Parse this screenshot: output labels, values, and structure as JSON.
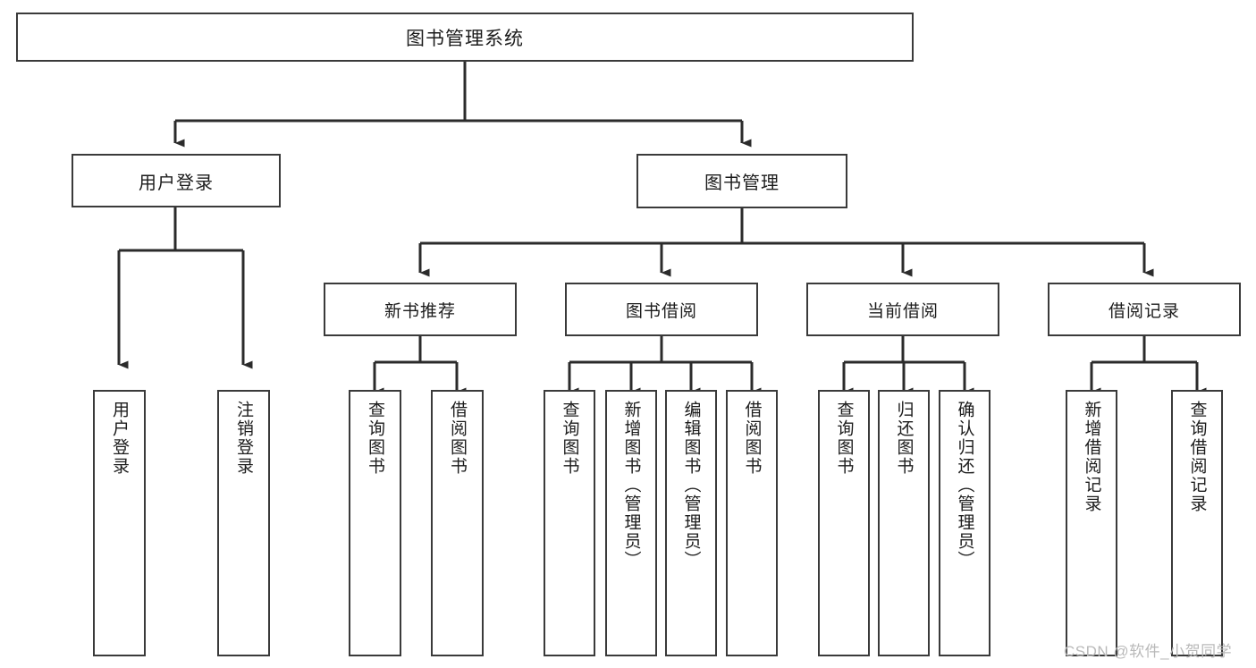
{
  "diagram": {
    "title": "图书管理系统",
    "watermark": "CSDN @软件_小贺同学",
    "type": "tree",
    "orientation": "top-down",
    "colors": {
      "box_border": "#3a3a3a",
      "box_fill": "#ffffff",
      "connector": "#2b2b2b",
      "text": "#1c1c1c",
      "watermark": "#b9b9b9"
    }
  },
  "nodes": {
    "root": {
      "label": "图书管理系统"
    },
    "level2": [
      {
        "id": "user-login",
        "label": "用户登录"
      },
      {
        "id": "book-manage",
        "label": "图书管理"
      }
    ],
    "level3": [
      {
        "id": "new-book-rec",
        "label": "新书推荐"
      },
      {
        "id": "book-borrow",
        "label": "图书借阅"
      },
      {
        "id": "current-borrow",
        "label": "当前借阅"
      },
      {
        "id": "borrow-record",
        "label": "借阅记录"
      }
    ],
    "leaves": {
      "user-login": [
        {
          "id": "leaf-user-login",
          "label": "用户登录"
        },
        {
          "id": "leaf-user-logout",
          "label": "注销登录"
        }
      ],
      "new-book-rec": [
        {
          "id": "leaf-query-book-1",
          "label": "查询图书"
        },
        {
          "id": "leaf-borrow-book-1",
          "label": "借阅图书"
        }
      ],
      "book-borrow": [
        {
          "id": "leaf-query-book-2",
          "label": "查询图书"
        },
        {
          "id": "leaf-add-book",
          "label": "新增图书（管理员）"
        },
        {
          "id": "leaf-edit-book",
          "label": "编辑图书（管理员）"
        },
        {
          "id": "leaf-borrow-book-2",
          "label": "借阅图书"
        }
      ],
      "current-borrow": [
        {
          "id": "leaf-query-book-3",
          "label": "查询图书"
        },
        {
          "id": "leaf-return-book",
          "label": "归还图书"
        },
        {
          "id": "leaf-confirm-return",
          "label": "确认归还（管理员）"
        }
      ],
      "borrow-record": [
        {
          "id": "leaf-add-record",
          "label": "新增借阅记录"
        },
        {
          "id": "leaf-query-record",
          "label": "查询借阅记录"
        }
      ]
    }
  }
}
